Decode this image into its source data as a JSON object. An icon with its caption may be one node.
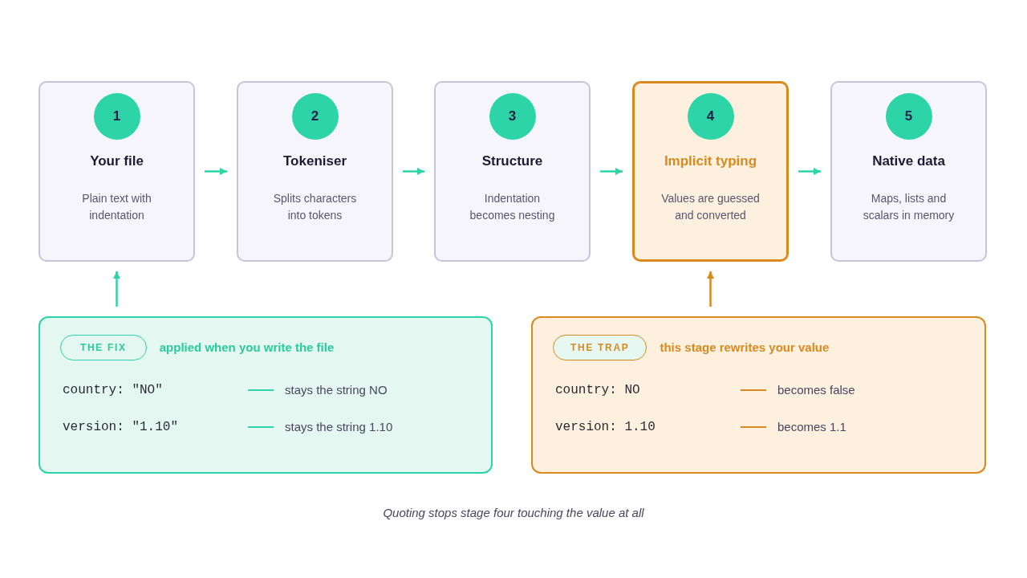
{
  "diagram": {
    "nodes": [
      {
        "text": [
          "Your file",
          "Plain text with indentation"
        ]
      },
      {
        "text": [
          "1"
        ],
        "in": 0
      },
      {
        "text": [
          "Tokeniser",
          "Splits characters into tokens"
        ]
      },
      {
        "text": [
          "2"
        ],
        "in": 2
      },
      {
        "text": [
          "Structure",
          "Indentation becomes nesting"
        ]
      },
      {
        "text": [
          "3"
        ],
        "in": 4
      },
      {
        "text": [
          "Implicit typing",
          "Values are guessed and converted"
        ]
      },
      {
        "text": [
          "4"
        ],
        "in": 6
      },
      {
        "text": [
          "Native data",
          "Maps, lists and scalars in memory"
        ]
      },
      {
        "text": [
          "5"
        ],
        "in": 8
      },
      {
        "text": [
          "applied when you write the file",
          "country: \"NO\"",
          "stays the string NO",
          "version: \"1.10\"",
          "stays the string 1.10"
        ]
      },
      {
        "text": [
          "THE FIX"
        ],
        "in": 10
      },
      {
        "text": [
          "this stage rewrites your value",
          "country: NO",
          "becomes false",
          "version: 1.10",
          "becomes 1.1"
        ]
      },
      {
        "text": [
          "THE TRAP"
        ],
        "in": 12
      }
    ],
    "edges": [
      {
        "from": 0,
        "to": 2,
        "arrow": "to"
      },
      {
        "from": 2,
        "to": 4,
        "arrow": "to"
      },
      {
        "from": 4,
        "to": 6,
        "arrow": "to"
      },
      {
        "from": 6,
        "to": 8,
        "arrow": "to"
      },
      {
        "from": 10,
        "to": 0,
        "arrow": "to"
      },
      {
        "from": 12,
        "to": 6,
        "arrow": "to",
        "color": "#d98a1f"
      }
    ],
    "caption": "Quoting stops stage four touching the value at all"
  }
}
